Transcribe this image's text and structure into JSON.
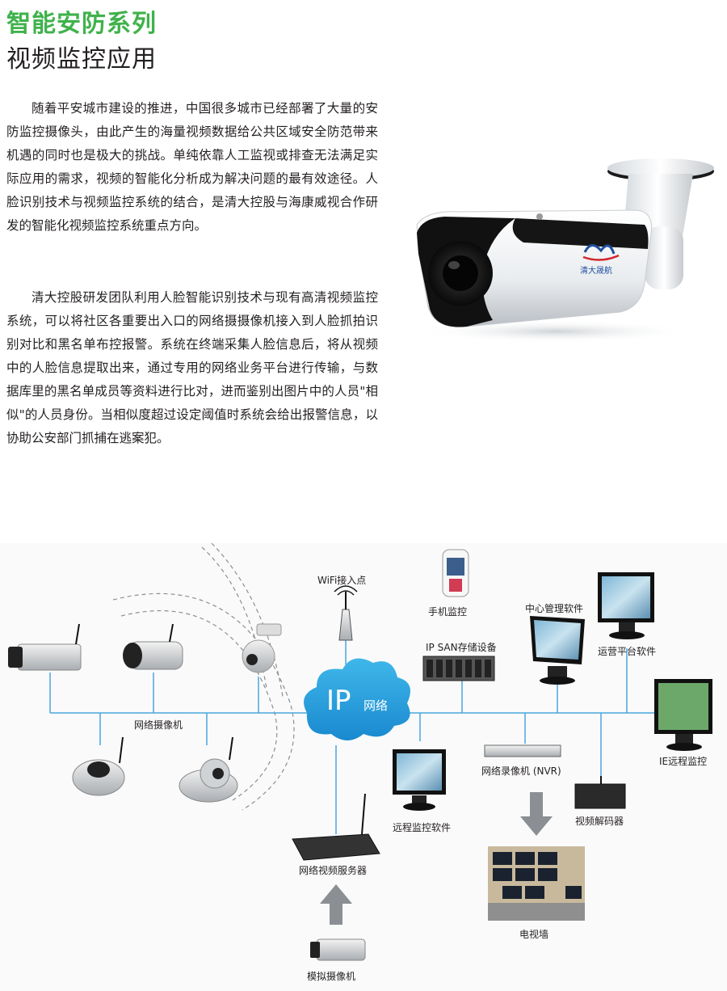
{
  "header": {
    "category": "智能安防系列",
    "subtitle": "视频监控应用"
  },
  "paragraphs": [
    "随着平安城市建设的推进，中国很多城市已经部署了大量的安防监控摄像头，由此产生的海量视频数据给公共区域安全防范带来机遇的同时也是极大的挑战。单纯依靠人工监视或排查无法满足实际应用的需求，视频的智能化分析成为解决问题的最有效途径。人脸识别技术与视频监控系统的结合，是清大控股与海康威视合作研发的智能化视频监控系统重点方向。",
    "清大控股研发团队利用人脸智能识别技术与现有高清视频监控系统，可以将社区各重要出入口的网络摄摄像机接入到人脸抓拍识别对比和黑名单布控报警。系统在终端采集人脸信息后，将从视频中的人脸信息提取出来，通过专用的网络业务平台进行传输，与数据库里的黑名单成员等资料进行比对，进而鉴别出图片中的人员\"相似\"的人员身份。当相似度超过设定阈值时系统会给出报警信息，以协助公安部门抓捕在逃案犯。"
  ],
  "product": {
    "brand_logo_text": "清大晟航"
  },
  "diagram": {
    "cloud_ip": "IP",
    "cloud_net": "网络",
    "labels": {
      "wifi": "WiFi接入点",
      "phone": "手机监控",
      "central": "中心管理软件",
      "ops": "运营平台软件",
      "ipsan": "IP SAN存储设备",
      "netcam": "网络摄像机",
      "ie": "IE远程监控",
      "nvr": "网络录像机 (NVR)",
      "remote": "远程监控软件",
      "decoder": "视频解码器",
      "server": "网络视频服务器",
      "tvwall": "电视墙",
      "analog": "模拟摄像机"
    }
  },
  "colors": {
    "accent_green": "#3fb24b",
    "network_blue": "#1a9ed9",
    "line_blue": "#4aa6dd"
  }
}
